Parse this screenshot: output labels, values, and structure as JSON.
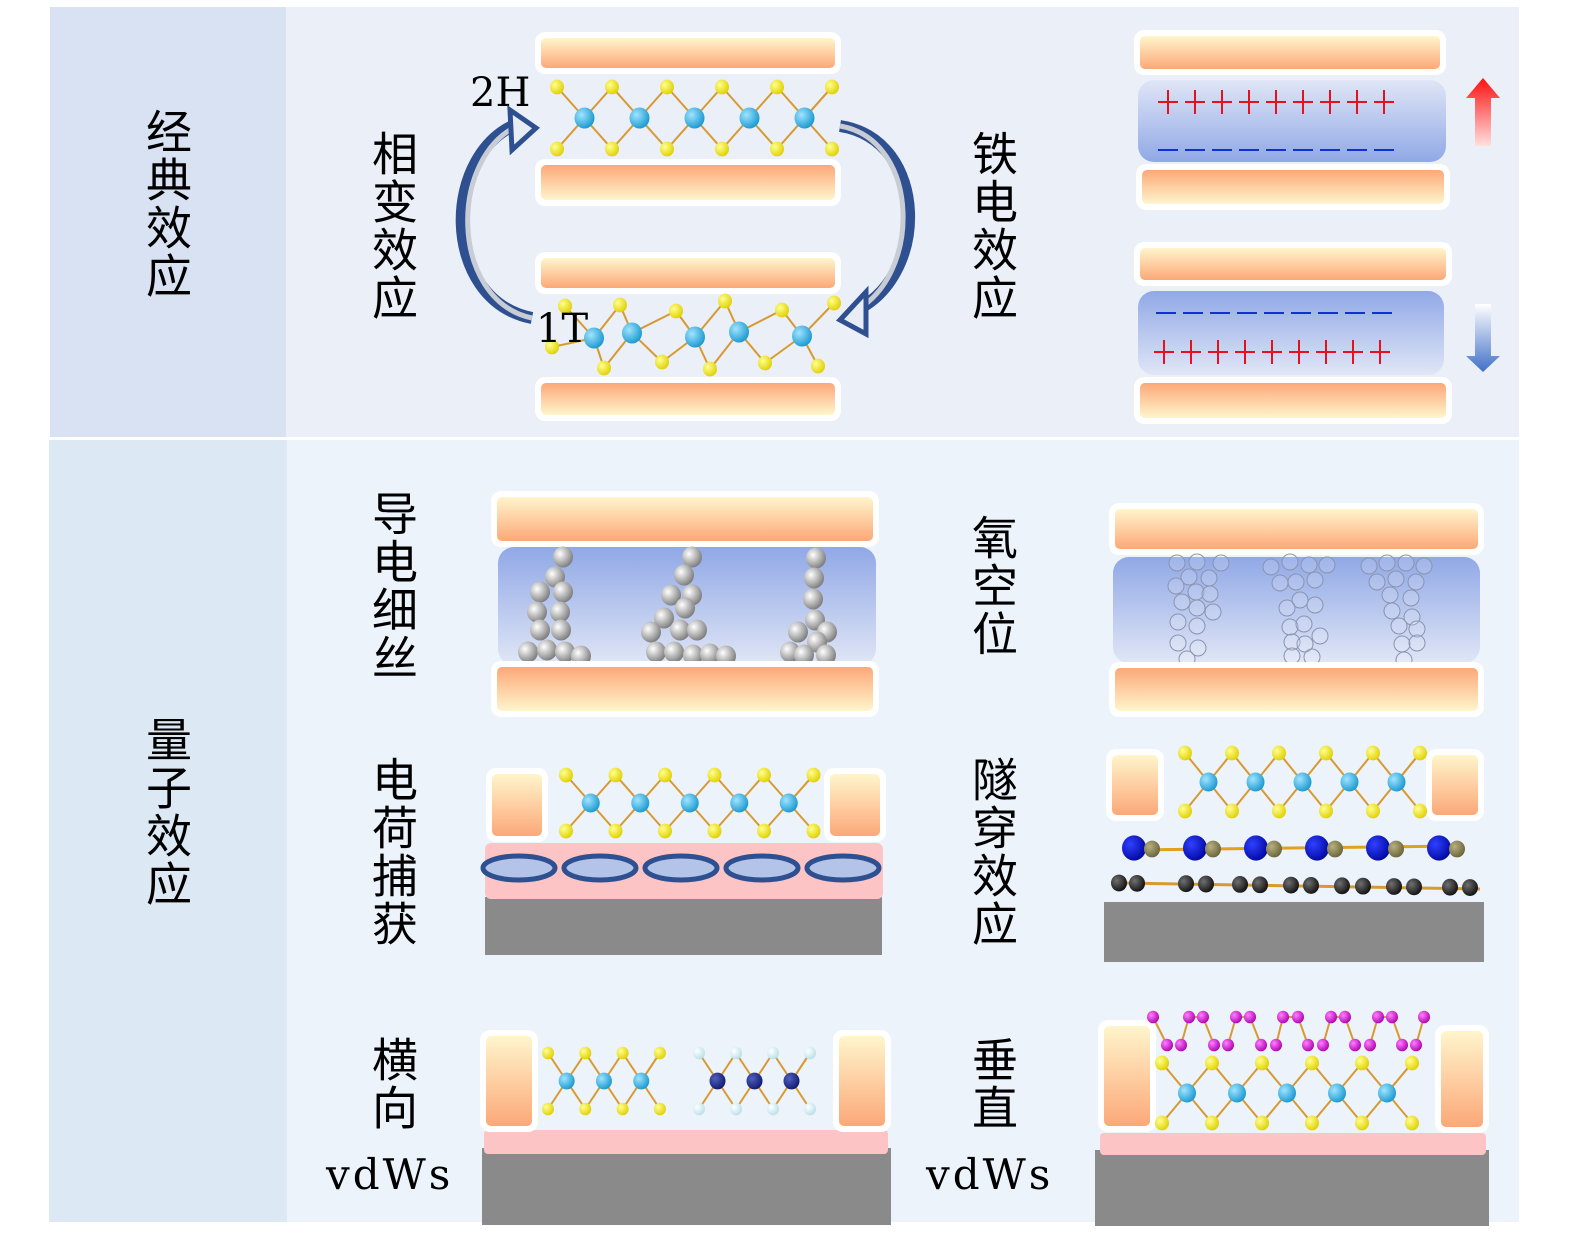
{
  "sections": {
    "classic": {
      "label": "经典效应"
    },
    "quantum": {
      "label": "量子效应"
    }
  },
  "mechanisms": {
    "phase_change": {
      "label": "相变效应",
      "phase_top": "2H",
      "phase_bottom": "1T"
    },
    "ferroelectric": {
      "label": "铁电效应",
      "plus": "+",
      "minus": "−"
    },
    "conductive_filament": {
      "label": "导电细丝"
    },
    "oxygen_vacancy": {
      "label": "氧空位"
    },
    "charge_trapping": {
      "label": "电荷捕获"
    },
    "tunneling": {
      "label": "隧穿效应"
    },
    "lateral_vdws": {
      "label": "横向",
      "sub": "vdWs"
    },
    "vertical_vdws": {
      "label": "垂直",
      "sub": "vdWs"
    }
  },
  "colors": {
    "electrode_light": "#fff5cc",
    "electrode_dark": "#fca878",
    "dielectric_top": "#90a8e6",
    "dielectric_bottom": "#e0e6f6",
    "chalcogen": "#f2e600",
    "metal": "#3cb4e6",
    "bond": "#d89a30",
    "arrow_blue": "#2e5090",
    "plus": "#e8101c",
    "minus": "#1030d0",
    "substrate": "#8a8a8a",
    "oxide": "#fcc4c4",
    "hBN_B": "#0a14d8",
    "hBN_N": "#8a8450",
    "graphene": "#2a2a2a",
    "phosphorene": "#d010d0",
    "second_metal": "#1a2a8a",
    "second_chalcogen": "#d8f0f4"
  }
}
